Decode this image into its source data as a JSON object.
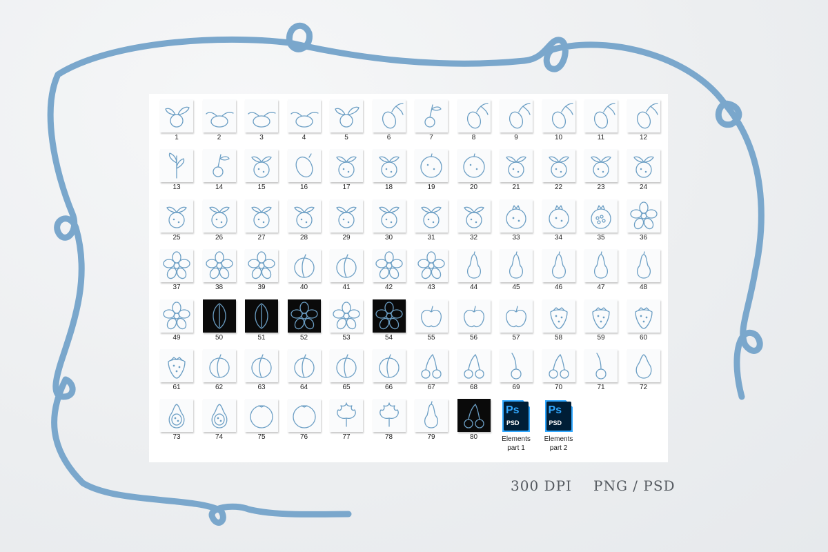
{
  "footer": {
    "resolution": "300 DPI",
    "formats": "PNG / PSD"
  },
  "colors": {
    "ribbon": "#7aa7cc",
    "line_art": "#6b9ec4",
    "ps_blue": "#31a8ff",
    "ps_dark": "#001e36"
  },
  "elements": [
    {
      "num": "1",
      "icon": "citrus-leaves"
    },
    {
      "num": "2",
      "icon": "tangerine-leaves"
    },
    {
      "num": "3",
      "icon": "tangerine-leaves"
    },
    {
      "num": "4",
      "icon": "tangerine-leaves"
    },
    {
      "num": "5",
      "icon": "citrus-leaves"
    },
    {
      "num": "6",
      "icon": "lemon-branch"
    },
    {
      "num": "7",
      "icon": "fruit-branch"
    },
    {
      "num": "8",
      "icon": "lemon-branch"
    },
    {
      "num": "9",
      "icon": "lemon-branch"
    },
    {
      "num": "10",
      "icon": "lemon-branch"
    },
    {
      "num": "11",
      "icon": "lemon-branch"
    },
    {
      "num": "12",
      "icon": "lemon-branch"
    },
    {
      "num": "13",
      "icon": "leaf-sprig"
    },
    {
      "num": "14",
      "icon": "fruit-branch"
    },
    {
      "num": "15",
      "icon": "orange-leaf"
    },
    {
      "num": "16",
      "icon": "lemon"
    },
    {
      "num": "17",
      "icon": "orange-leaf"
    },
    {
      "num": "18",
      "icon": "orange-leaf"
    },
    {
      "num": "19",
      "icon": "orange"
    },
    {
      "num": "20",
      "icon": "orange"
    },
    {
      "num": "21",
      "icon": "orange-leaf"
    },
    {
      "num": "22",
      "icon": "orange-leaf"
    },
    {
      "num": "23",
      "icon": "orange-leaf"
    },
    {
      "num": "24",
      "icon": "orange-leaf"
    },
    {
      "num": "25",
      "icon": "orange-leaf"
    },
    {
      "num": "26",
      "icon": "orange-leaf"
    },
    {
      "num": "27",
      "icon": "orange-leaf"
    },
    {
      "num": "28",
      "icon": "orange-leaf"
    },
    {
      "num": "29",
      "icon": "orange-leaf"
    },
    {
      "num": "30",
      "icon": "orange-leaf"
    },
    {
      "num": "31",
      "icon": "orange-leaf"
    },
    {
      "num": "32",
      "icon": "orange-leaf"
    },
    {
      "num": "33",
      "icon": "pomegranate"
    },
    {
      "num": "34",
      "icon": "pomegranate"
    },
    {
      "num": "35",
      "icon": "pomegranate-cut"
    },
    {
      "num": "36",
      "icon": "flower"
    },
    {
      "num": "37",
      "icon": "flower"
    },
    {
      "num": "38",
      "icon": "flower"
    },
    {
      "num": "39",
      "icon": "flower"
    },
    {
      "num": "40",
      "icon": "peach"
    },
    {
      "num": "41",
      "icon": "peach"
    },
    {
      "num": "42",
      "icon": "flower"
    },
    {
      "num": "43",
      "icon": "flower"
    },
    {
      "num": "44",
      "icon": "pear"
    },
    {
      "num": "45",
      "icon": "pear"
    },
    {
      "num": "46",
      "icon": "pear"
    },
    {
      "num": "47",
      "icon": "pear"
    },
    {
      "num": "48",
      "icon": "pear"
    },
    {
      "num": "49",
      "icon": "flower"
    },
    {
      "num": "50",
      "icon": "leaf",
      "dark": true
    },
    {
      "num": "51",
      "icon": "leaf",
      "dark": true
    },
    {
      "num": "52",
      "icon": "flower",
      "dark": true
    },
    {
      "num": "53",
      "icon": "flower"
    },
    {
      "num": "54",
      "icon": "flower",
      "dark": true
    },
    {
      "num": "55",
      "icon": "apple"
    },
    {
      "num": "56",
      "icon": "apple"
    },
    {
      "num": "57",
      "icon": "apple"
    },
    {
      "num": "58",
      "icon": "strawberry"
    },
    {
      "num": "59",
      "icon": "strawberry"
    },
    {
      "num": "60",
      "icon": "strawberry"
    },
    {
      "num": "61",
      "icon": "strawberry"
    },
    {
      "num": "62",
      "icon": "peach"
    },
    {
      "num": "63",
      "icon": "peach"
    },
    {
      "num": "64",
      "icon": "peach"
    },
    {
      "num": "65",
      "icon": "peach"
    },
    {
      "num": "66",
      "icon": "peach"
    },
    {
      "num": "67",
      "icon": "cherries"
    },
    {
      "num": "68",
      "icon": "cherries"
    },
    {
      "num": "69",
      "icon": "cherry"
    },
    {
      "num": "70",
      "icon": "cherries"
    },
    {
      "num": "71",
      "icon": "cherry"
    },
    {
      "num": "72",
      "icon": "fig"
    },
    {
      "num": "73",
      "icon": "fig-cut"
    },
    {
      "num": "74",
      "icon": "fig-cut"
    },
    {
      "num": "75",
      "icon": "grapefruit"
    },
    {
      "num": "76",
      "icon": "grapefruit"
    },
    {
      "num": "77",
      "icon": "fig-leaf"
    },
    {
      "num": "78",
      "icon": "fig-leaf"
    },
    {
      "num": "79",
      "icon": "pear"
    },
    {
      "num": "80",
      "icon": "cherries",
      "dark": true
    }
  ],
  "psd_files": [
    {
      "badge": "Ps",
      "tag": "PSD",
      "label": "Elements part 1"
    },
    {
      "badge": "Ps",
      "tag": "PSD",
      "label": "Elements part 2"
    }
  ]
}
